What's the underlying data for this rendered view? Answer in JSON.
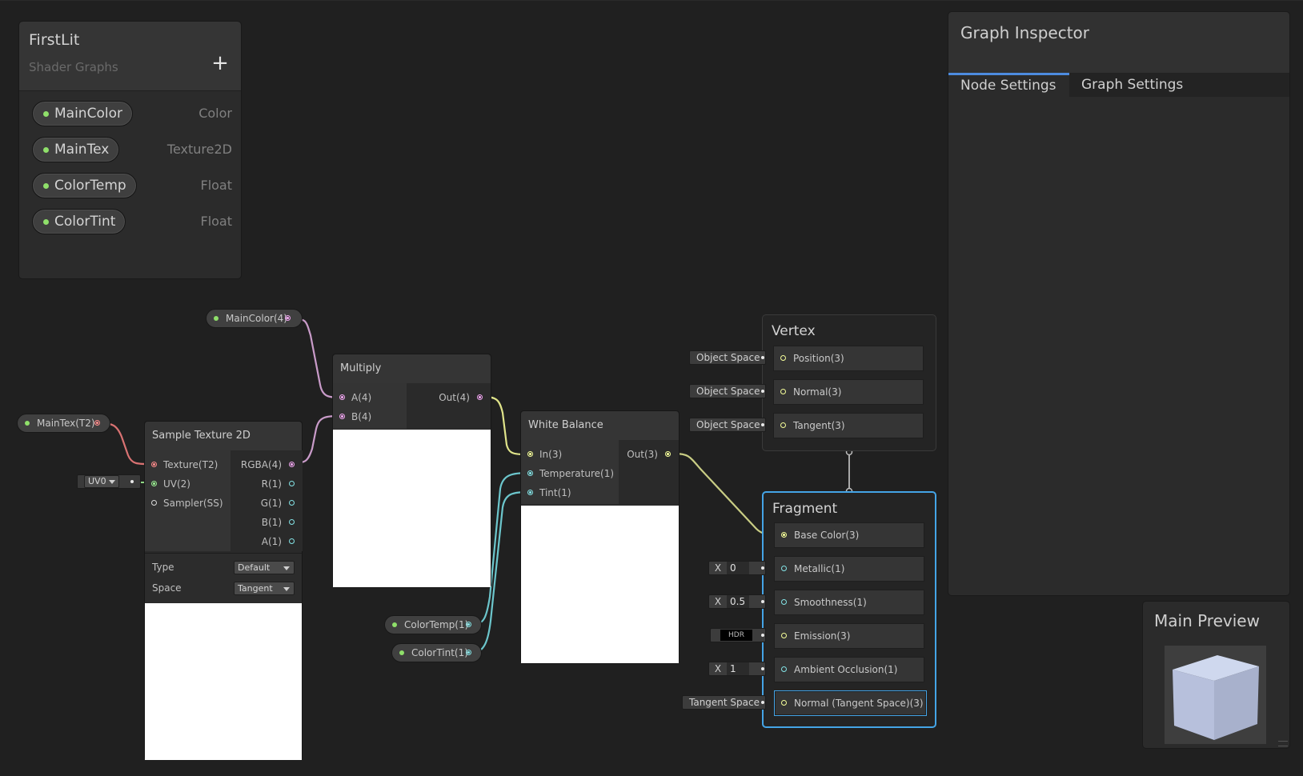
{
  "blackboard": {
    "title": "FirstLit",
    "subtitle": "Shader Graphs",
    "add_icon": "+",
    "properties": [
      {
        "name": "MainColor",
        "type": "Color"
      },
      {
        "name": "MainTex",
        "type": "Texture2D"
      },
      {
        "name": "ColorTemp",
        "type": "Float"
      },
      {
        "name": "ColorTint",
        "type": "Float"
      }
    ]
  },
  "inspector": {
    "title": "Graph Inspector",
    "tabs": [
      "Node Settings",
      "Graph Settings"
    ],
    "active_tab": "Node Settings"
  },
  "preview": {
    "title": "Main Preview"
  },
  "graph": {
    "main_color_pill": "MainColor(4)",
    "main_tex_pill": "MainTex(T2)",
    "color_temp_pill": "ColorTemp(1)",
    "color_tint_pill": "ColorTint(1)",
    "uv_dropdown": "UV0",
    "sample_texture": {
      "title": "Sample Texture 2D",
      "inputs": [
        "Texture(T2)",
        "UV(2)",
        "Sampler(SS)"
      ],
      "outputs": [
        "RGBA(4)",
        "R(1)",
        "G(1)",
        "B(1)",
        "A(1)"
      ],
      "type_label": "Type",
      "type_value": "Default",
      "space_label": "Space",
      "space_value": "Tangent"
    },
    "multiply": {
      "title": "Multiply",
      "inputs": [
        "A(4)",
        "B(4)"
      ],
      "outputs": [
        "Out(4)"
      ]
    },
    "white_balance": {
      "title": "White Balance",
      "inputs": [
        "In(3)",
        "Temperature(1)",
        "Tint(1)"
      ],
      "outputs": [
        "Out(3)"
      ]
    },
    "vertex": {
      "title": "Vertex",
      "blocks": [
        "Position(3)",
        "Normal(3)",
        "Tangent(3)"
      ],
      "inline": [
        "Object Space",
        "Object Space",
        "Object Space"
      ]
    },
    "fragment": {
      "title": "Fragment",
      "blocks": [
        "Base Color(3)",
        "Metallic(1)",
        "Smoothness(1)",
        "Emission(3)",
        "Ambient Occlusion(1)",
        "Normal (Tangent Space)(3)"
      ],
      "metallic_x": "X",
      "metallic_value": "0",
      "smoothness_x": "X",
      "smoothness_value": "0.5",
      "emission_hdr": "HDR",
      "ao_x": "X",
      "ao_value": "1",
      "normal_inline": "Tangent Space"
    }
  },
  "colors": {
    "background": "#202020",
    "accent": "#44a4e6",
    "vector4_port": "#f2a6f2",
    "vector3_port": "#f6ff9a",
    "vector1_port": "#84e4e7",
    "texture_port": "#ff8b8b",
    "vector2_port": "#9aef92"
  }
}
